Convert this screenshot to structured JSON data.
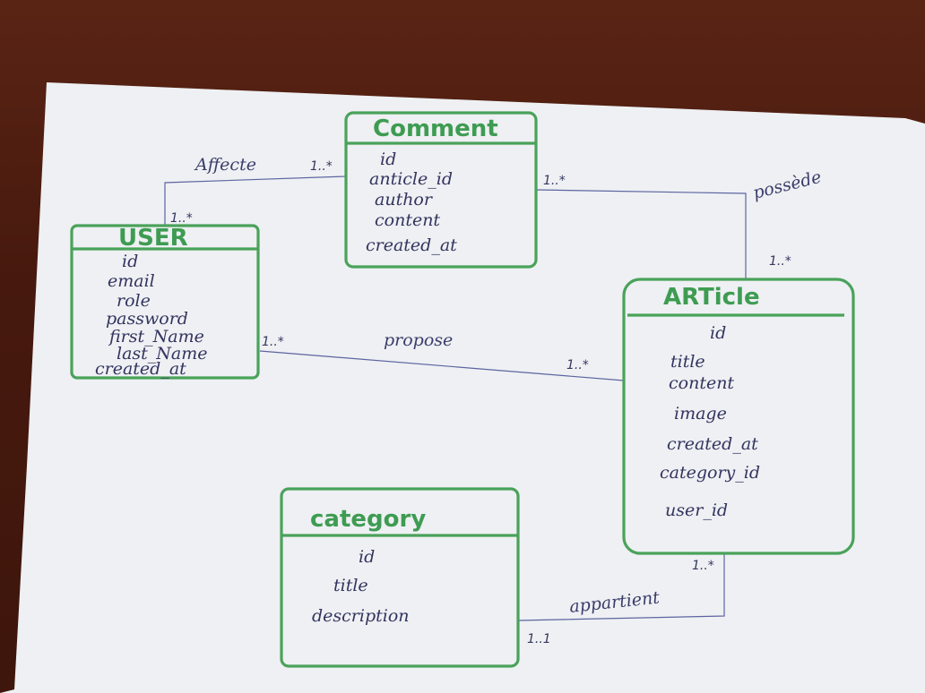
{
  "entities": {
    "comment": {
      "title": "Comment",
      "attributes": [
        "id",
        "anticle_id",
        "author",
        "content",
        "created_at"
      ]
    },
    "user": {
      "title": "USER",
      "attributes": [
        "id",
        "email",
        "role",
        "password",
        "first_Name",
        "last_Name",
        "created_at"
      ]
    },
    "article": {
      "title": "ARTicle",
      "attributes": [
        "id",
        "title",
        "content",
        "image",
        "created_at",
        "category_id",
        "user_id"
      ]
    },
    "category": {
      "title": "category",
      "attributes": [
        "id",
        "title",
        "description"
      ]
    }
  },
  "relations": {
    "affecte": {
      "label": "Affecte",
      "mult_user": "1..*",
      "mult_comment": "1..*"
    },
    "possede": {
      "label": "possède",
      "mult_comment": "1..*",
      "mult_article": "1..*"
    },
    "propose": {
      "label": "propose",
      "mult_user": "1..*",
      "mult_article": "1..*"
    },
    "appartient": {
      "label": "appartient",
      "mult_article": "1..*",
      "mult_category": "1..1"
    }
  },
  "colors": {
    "box": "#4aa25a",
    "ink": "#33345f",
    "paper": "#eef0f3"
  }
}
